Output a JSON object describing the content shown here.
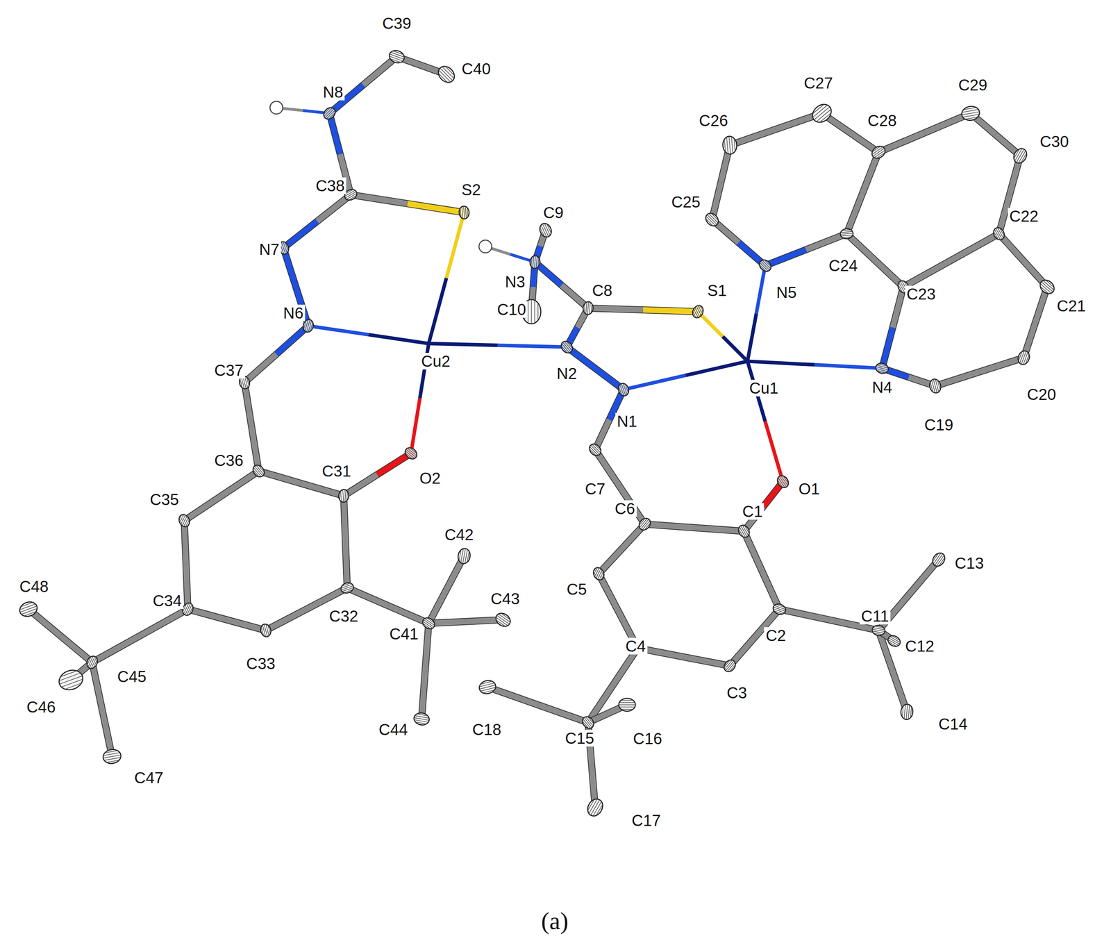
{
  "diagram": {
    "labels": [
      "C39",
      "C40",
      "N8",
      "C27",
      "C29",
      "C26",
      "C28",
      "C30",
      "C38",
      "S2",
      "C25",
      "C9",
      "C22",
      "N7",
      "C24",
      "N3",
      "C8",
      "S1",
      "N5",
      "C23",
      "C21",
      "C10",
      "N6",
      "C37",
      "Cu2",
      "N2",
      "Cu1",
      "N4",
      "C20",
      "N1",
      "C19",
      "C36",
      "C31",
      "O2",
      "C6",
      "C7",
      "O1",
      "C35",
      "C42",
      "C1",
      "C13",
      "C5",
      "C43",
      "C48",
      "C34",
      "C32",
      "C41",
      "C2",
      "C11",
      "C12",
      "C33",
      "C4",
      "C45",
      "C46",
      "C3",
      "C18",
      "C15",
      "C16",
      "C44",
      "C14",
      "C47",
      "C17",
      "(a)"
    ]
  }
}
